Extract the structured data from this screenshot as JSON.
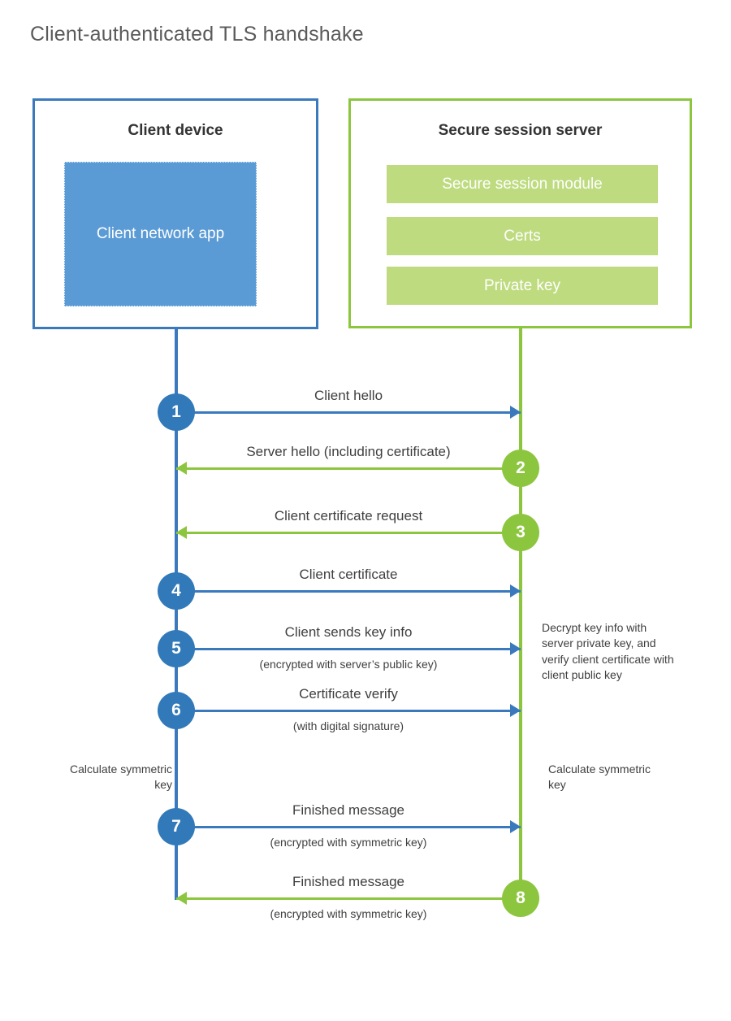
{
  "page": {
    "title": "Client-authenticated TLS handshake"
  },
  "colors": {
    "client_blue": "#3b79bd",
    "client_app_blue": "#5b9bd5",
    "step_blue": "#3179b8",
    "server_green": "#8cc63f",
    "server_bar_green": "#bedb7f",
    "text": "#3f3f3f"
  },
  "client": {
    "title": "Client device",
    "app_label": "Client network app"
  },
  "server": {
    "title": "Secure session server",
    "bars": [
      {
        "label": "Secure session module"
      },
      {
        "label": "Certs"
      },
      {
        "label": "Private key"
      }
    ]
  },
  "steps": [
    {
      "number": "1",
      "label": "Client hello",
      "sub": "",
      "direction": "client-to-server",
      "color": "blue"
    },
    {
      "number": "2",
      "label": "Server hello (including certificate)",
      "sub": "",
      "direction": "server-to-client",
      "color": "green"
    },
    {
      "number": "3",
      "label": "Client certificate request",
      "sub": "",
      "direction": "server-to-client",
      "color": "green"
    },
    {
      "number": "4",
      "label": "Client certificate",
      "sub": "",
      "direction": "client-to-server",
      "color": "blue"
    },
    {
      "number": "5",
      "label": "Client sends key info",
      "sub": "(encrypted with server’s public key)",
      "direction": "client-to-server",
      "color": "blue"
    },
    {
      "number": "6",
      "label": "Certificate verify",
      "sub": "(with digital signature)",
      "direction": "client-to-server",
      "color": "blue"
    },
    {
      "number": "7",
      "label": "Finished message",
      "sub": "(encrypted with symmetric key)",
      "direction": "client-to-server",
      "color": "blue"
    },
    {
      "number": "8",
      "label": "Finished message",
      "sub": "(encrypted with symmetric key)",
      "direction": "server-to-client",
      "color": "green"
    }
  ],
  "notes": {
    "decrypt": "Decrypt key info with server private key, and verify client certificate with client public key",
    "client_calculate": "Calculate symmetric key",
    "server_calculate": "Calculate symmetric key"
  }
}
